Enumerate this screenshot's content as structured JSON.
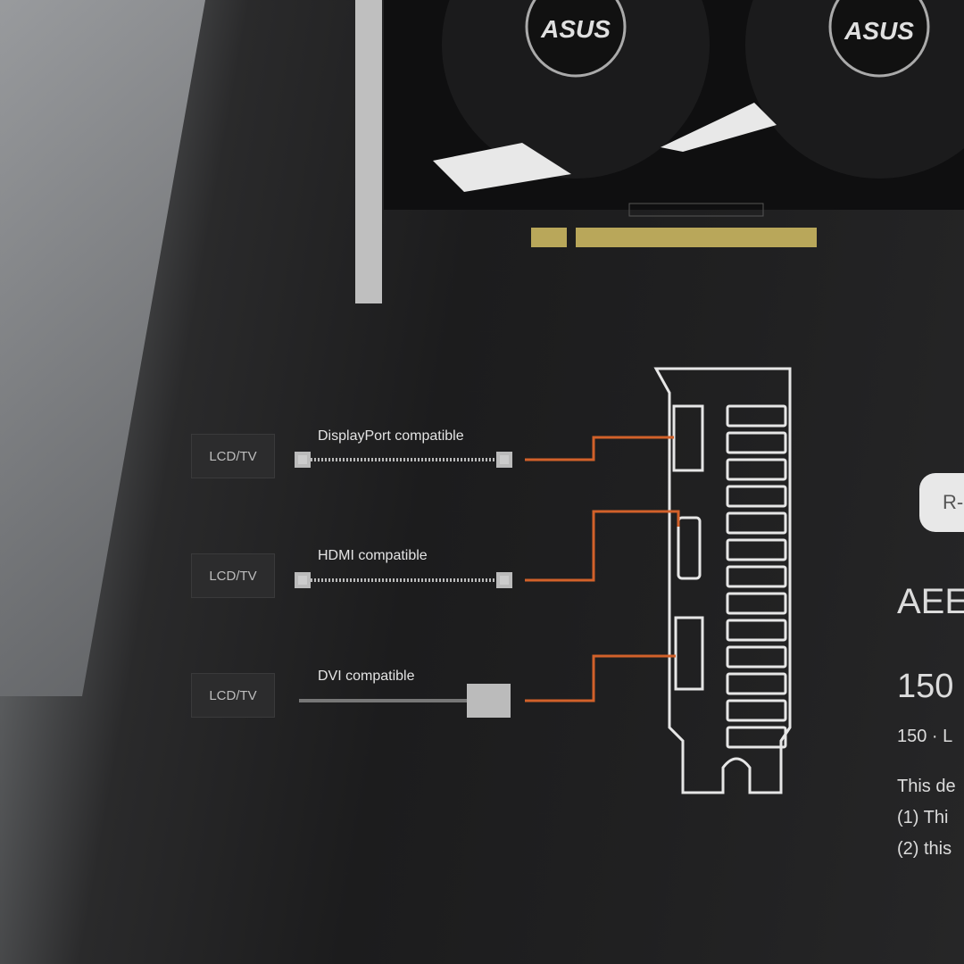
{
  "product_photo": {
    "brand_logo": "ASUS",
    "connections": [
      {
        "display_label": "LCD/TV",
        "cable_label": "DisplayPort compatible"
      },
      {
        "display_label": "LCD/TV",
        "cable_label": "HDMI compatible"
      },
      {
        "display_label": "LCD/TV",
        "cable_label": "DVI compatible"
      }
    ],
    "right_panel": {
      "badge": "R-",
      "heading": "AEE",
      "subheading": "150",
      "line1": "150 · L",
      "para": "This de",
      "item1": "(1) Thi",
      "item2": "(2) this"
    },
    "colors": {
      "connector_line": "#d2612a",
      "box_background": "#1e1e1f",
      "gold_contacts": "#b9a75a"
    }
  }
}
